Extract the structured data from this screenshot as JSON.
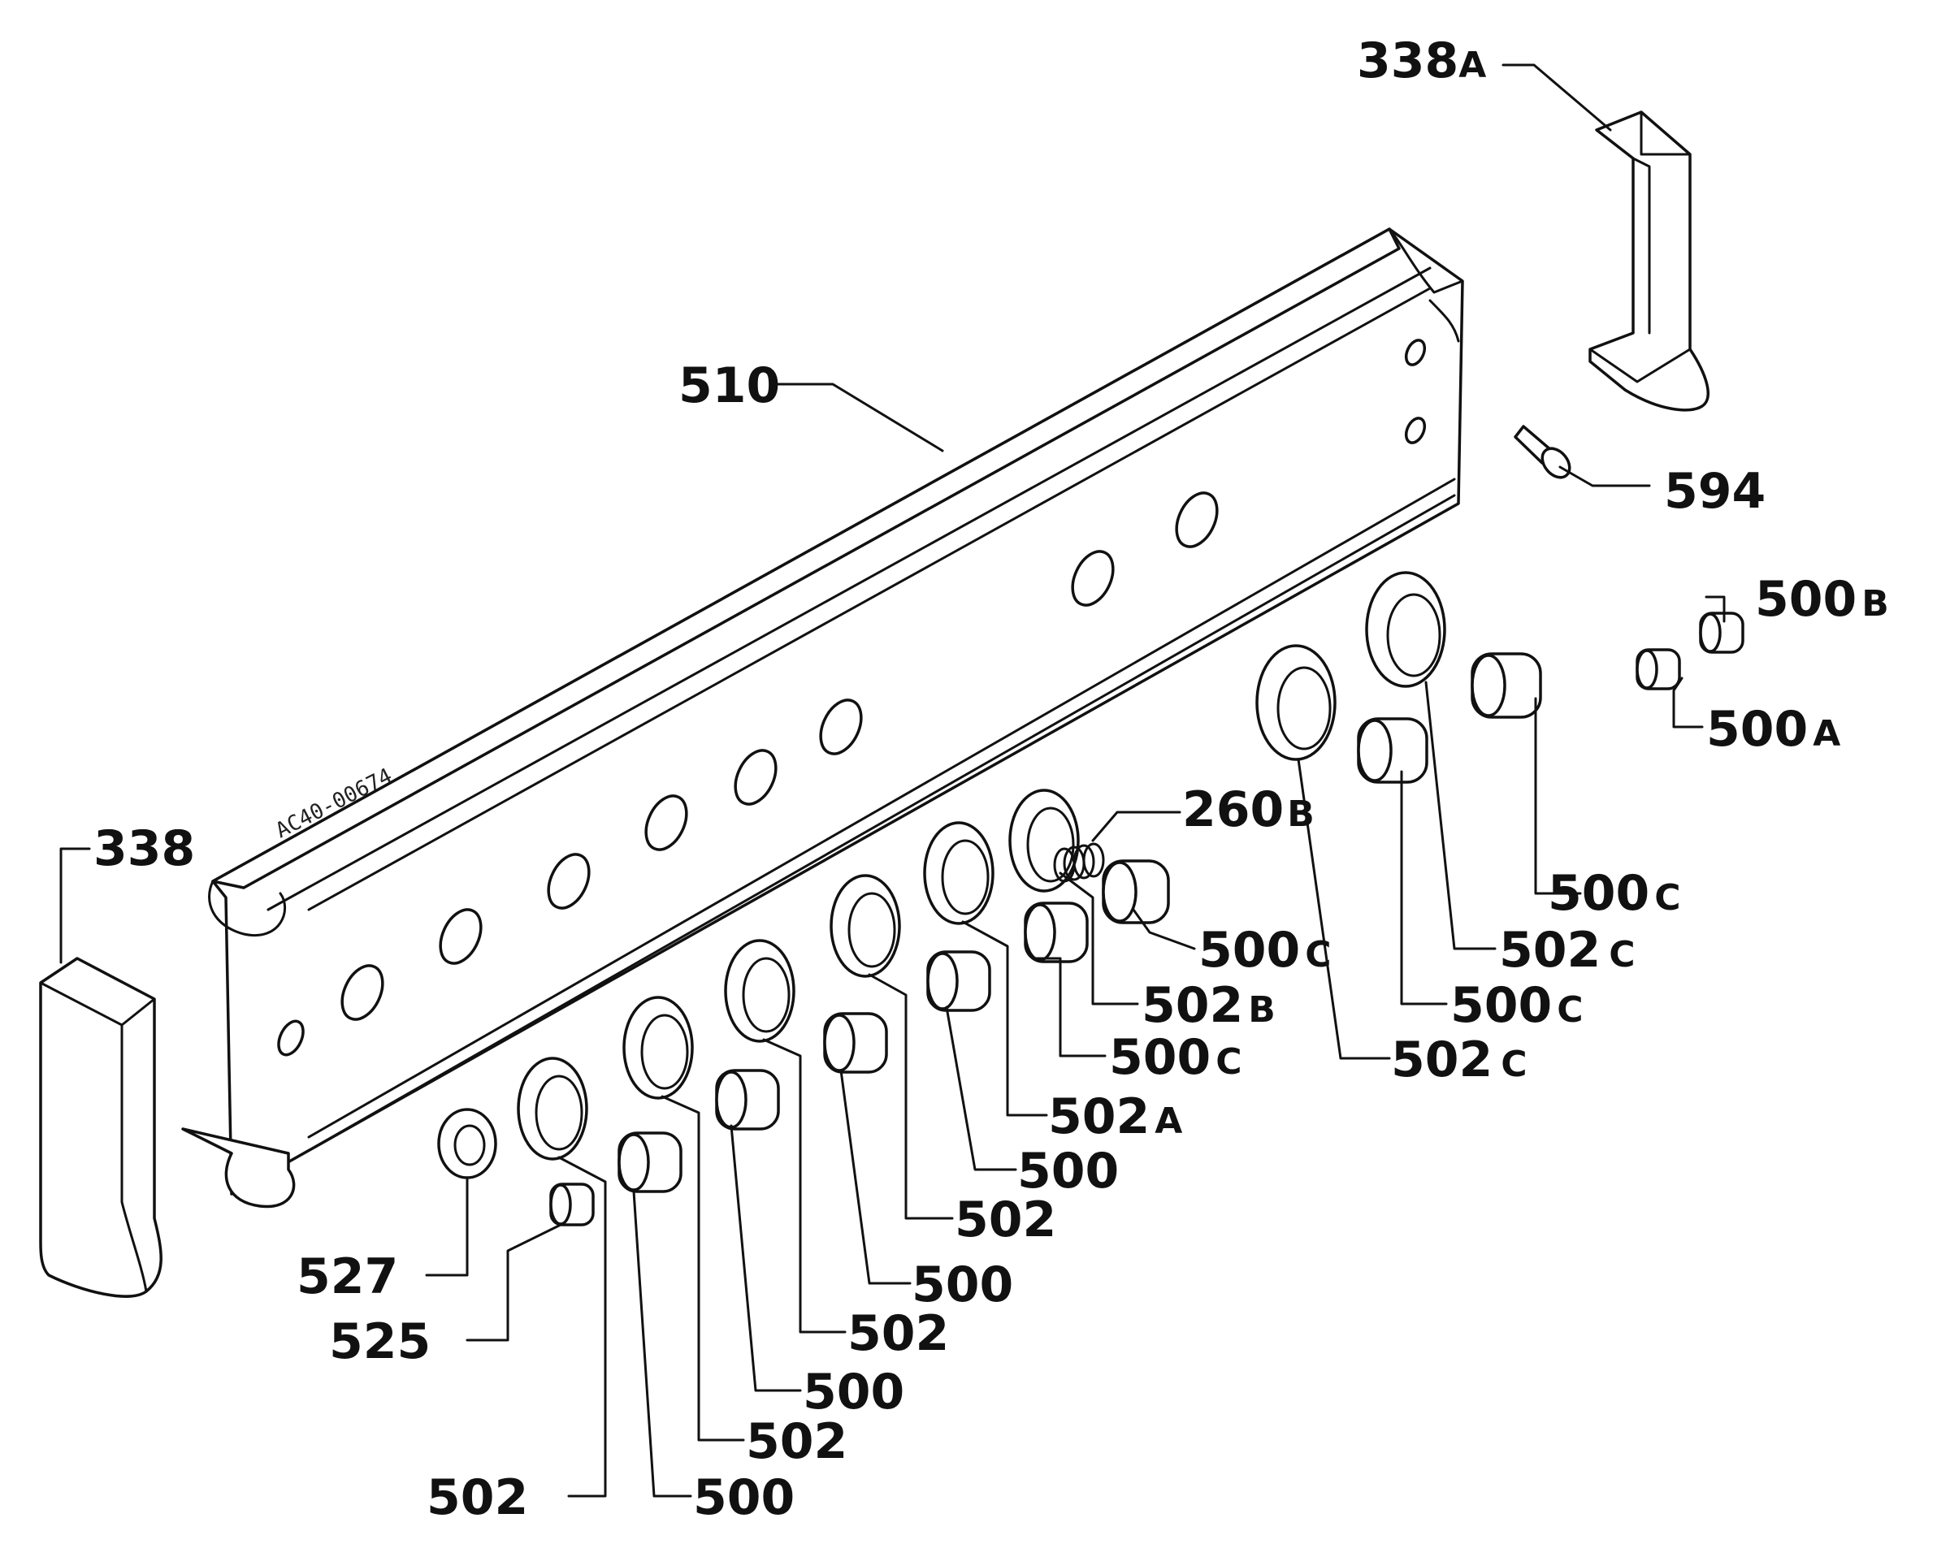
{
  "diagram": {
    "stamp": "AC40-00674",
    "labels": {
      "l338A": {
        "num": "338",
        "suf": "A"
      },
      "l510": {
        "num": "510",
        "suf": ""
      },
      "l594": {
        "num": "594",
        "suf": ""
      },
      "l500B": {
        "num": "500",
        "suf": "B"
      },
      "l500A": {
        "num": "500",
        "suf": "A"
      },
      "l338": {
        "num": "338",
        "suf": ""
      },
      "l260B": {
        "num": "260",
        "suf": "B"
      },
      "l500C1": {
        "num": "500",
        "suf": "C"
      },
      "l500C2": {
        "num": "500",
        "suf": "C"
      },
      "l502C1": {
        "num": "502",
        "suf": "C"
      },
      "l502B": {
        "num": "502",
        "suf": "B"
      },
      "l500C3": {
        "num": "500",
        "suf": "C"
      },
      "l500C4": {
        "num": "500",
        "suf": "C"
      },
      "l502C2": {
        "num": "502",
        "suf": "C"
      },
      "l502A": {
        "num": "502",
        "suf": "A"
      },
      "l500a": {
        "num": "500",
        "suf": ""
      },
      "l502a": {
        "num": "502",
        "suf": ""
      },
      "l500b": {
        "num": "500",
        "suf": ""
      },
      "l502b": {
        "num": "502",
        "suf": ""
      },
      "l500c": {
        "num": "500",
        "suf": ""
      },
      "l502c": {
        "num": "502",
        "suf": ""
      },
      "l527": {
        "num": "527",
        "suf": ""
      },
      "l525": {
        "num": "525",
        "suf": ""
      },
      "l502d": {
        "num": "502",
        "suf": ""
      },
      "l500d": {
        "num": "500",
        "suf": ""
      }
    }
  }
}
